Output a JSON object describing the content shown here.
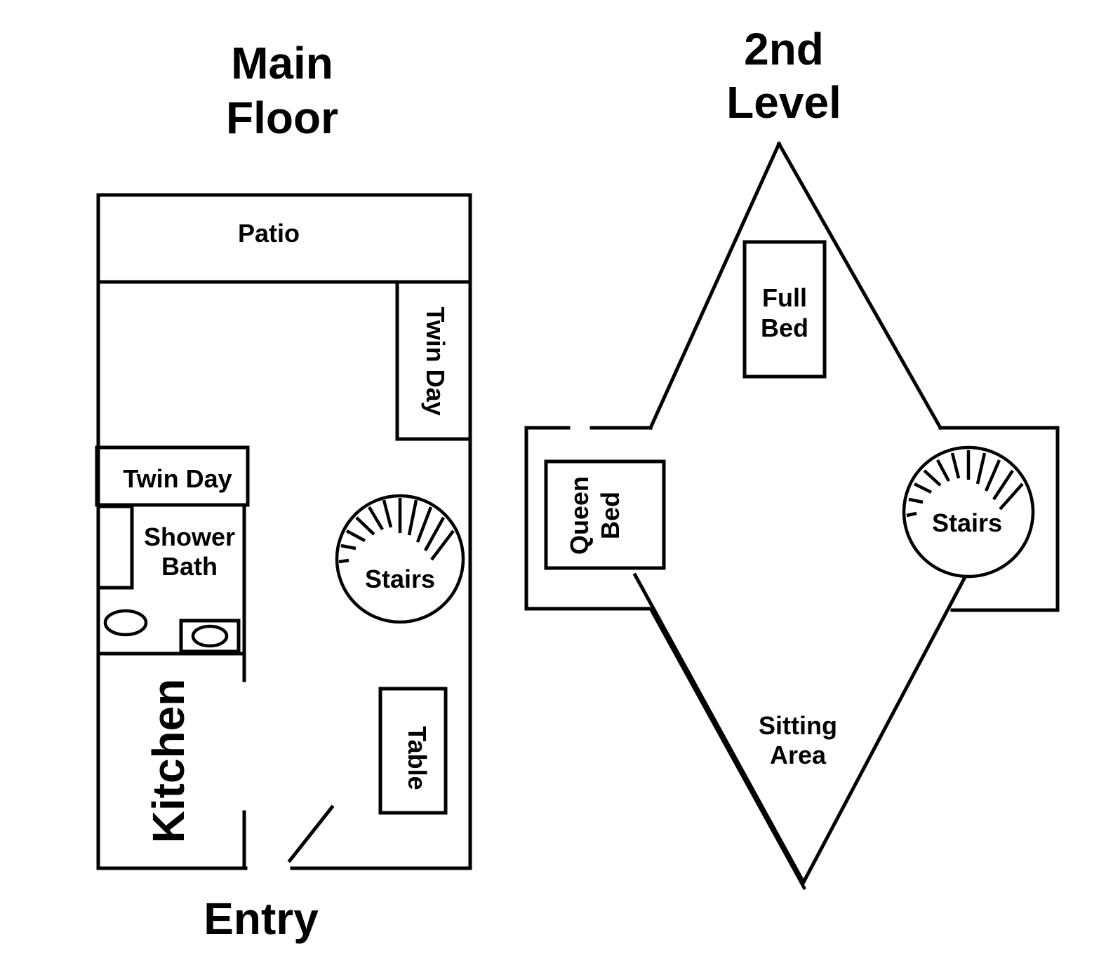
{
  "main_floor": {
    "title_line1": "Main",
    "title_line2": "Floor",
    "patio": "Patio",
    "twin_day_right": "Twin Day",
    "twin_day_left": "Twin Day",
    "shower_line1": "Shower",
    "shower_line2": "Bath",
    "stairs": "Stairs",
    "kitchen": "Kitchen",
    "table": "Table",
    "entry": "Entry"
  },
  "second_level": {
    "title_line1": "2nd",
    "title_line2": "Level",
    "full_bed_line1": "Full",
    "full_bed_line2": "Bed",
    "queen_bed_line1": "Queen",
    "queen_bed_line2": "Bed",
    "stairs": "Stairs",
    "sitting_line1": "Sitting",
    "sitting_line2": "Area"
  }
}
